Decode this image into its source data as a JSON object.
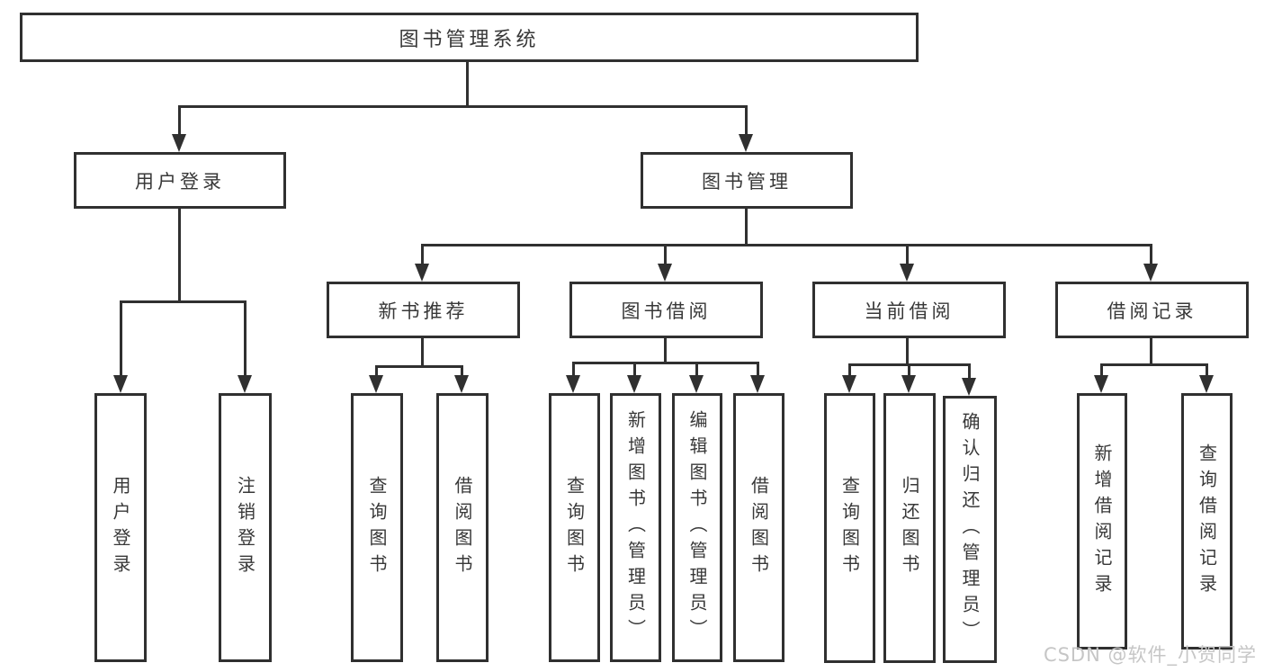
{
  "diagram": {
    "title": "图书管理系统",
    "root": {
      "label": "图书管理系统"
    },
    "level2": [
      {
        "label": "用户登录"
      },
      {
        "label": "图书管理"
      }
    ],
    "level3": [
      {
        "label": "新书推荐"
      },
      {
        "label": "图书借阅"
      },
      {
        "label": "当前借阅"
      },
      {
        "label": "借阅记录"
      }
    ],
    "leaves": {
      "user_login": [
        "用户登录",
        "注销登录"
      ],
      "new_books": [
        "查询图书",
        "借阅图书"
      ],
      "borrow": [
        "查询图书",
        "新增图书（管理员）",
        "编辑图书（管理员）",
        "借阅图书"
      ],
      "current": [
        "查询图书",
        "归还图书",
        "确认归还（管理员）"
      ],
      "records": [
        "新增借阅记录",
        "查询借阅记录"
      ]
    }
  },
  "watermark": {
    "text": "CSDN @软件_小贺同学"
  },
  "colors": {
    "line": "#303030",
    "text": "#383838",
    "watermark": "#c6c6c6",
    "background": "#ffffff"
  }
}
